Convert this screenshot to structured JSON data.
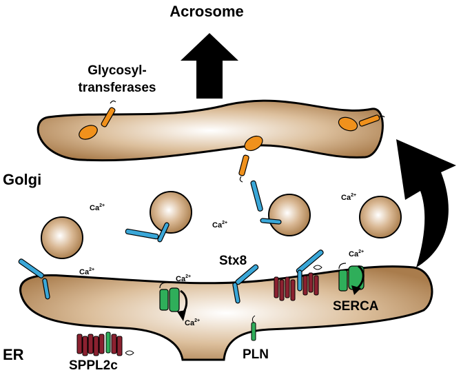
{
  "labels": {
    "acrosome": "Acrosome",
    "glycosyl": "Glycosyl-",
    "transferases": "transferases",
    "golgi": "Golgi",
    "er": "ER",
    "stx8": "Stx8",
    "serca": "SERCA",
    "pln": "PLN",
    "sppl2c": "SPPL2c"
  },
  "calcium": {
    "base": "Ca",
    "charge": "2+"
  },
  "colors": {
    "organelle_fill": "#d8b48c",
    "organelle_dark": "#b08656",
    "stx8_blue": "#3aa7d8",
    "glyco_orange": "#f0911c",
    "serca_green": "#2fae5a",
    "sppl_red": "#8b2130",
    "arrow": "#000000"
  }
}
